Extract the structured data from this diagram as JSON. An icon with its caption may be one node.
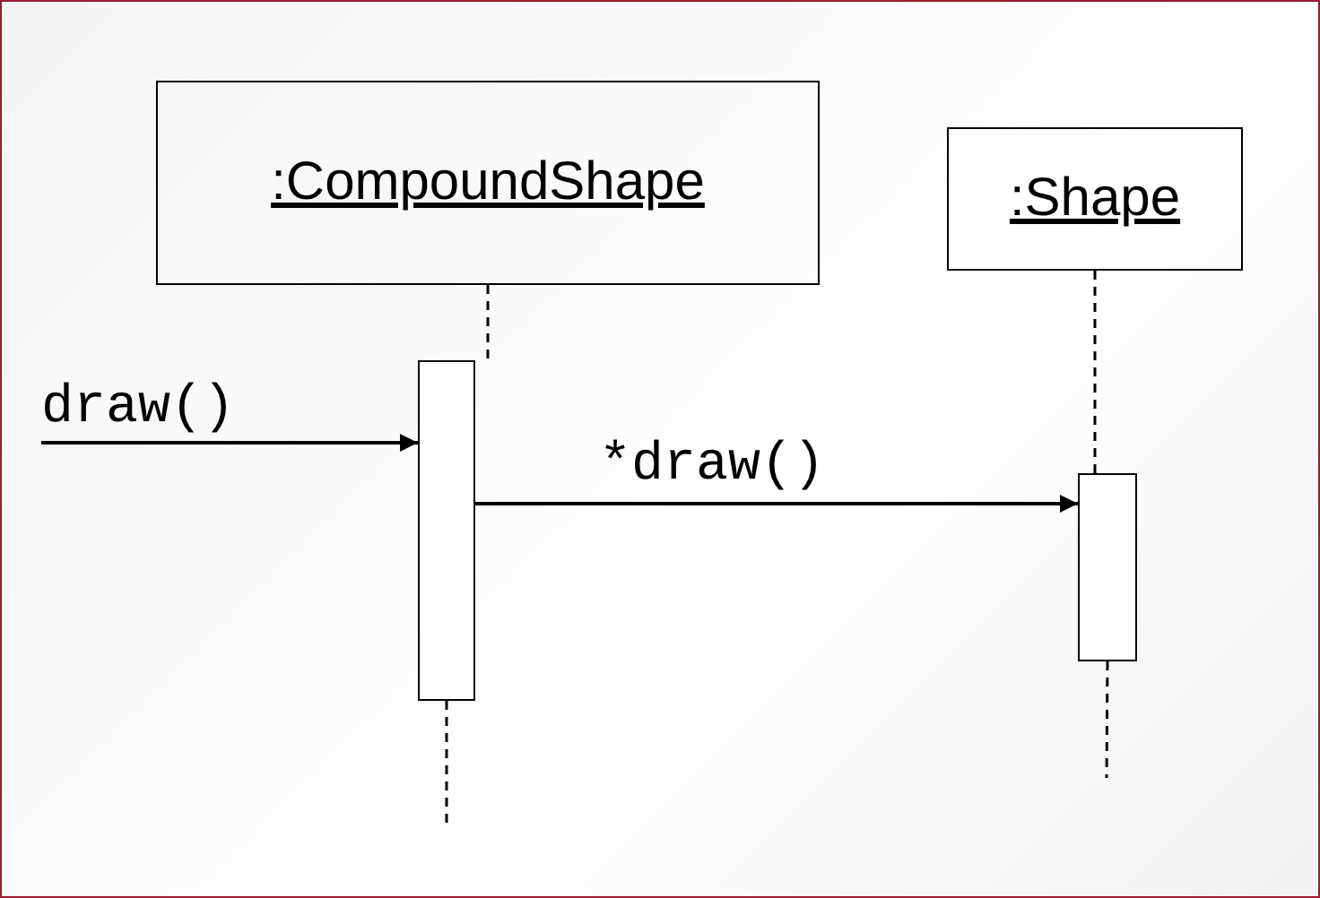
{
  "diagram": {
    "nodes": [
      {
        "text": [
          ":CompoundShape"
        ]
      },
      {
        "text": [
          ":Shape"
        ]
      },
      {
        "text": [],
        "shape": "bar"
      },
      {
        "text": [],
        "shape": "bar"
      }
    ],
    "edges": [
      {
        "from": null,
        "to": 2,
        "label": "draw()",
        "arrow": "to"
      },
      {
        "from": 2,
        "to": 3,
        "label": "*draw()",
        "arrow": "to"
      },
      {
        "from": 0,
        "to": 2,
        "arrow": "none",
        "style": "dashed"
      },
      {
        "from": 1,
        "to": 3,
        "arrow": "none",
        "style": "dashed"
      },
      {
        "from": 2,
        "to": null,
        "arrow": "none",
        "style": "dashed"
      },
      {
        "from": 3,
        "to": null,
        "arrow": "none",
        "style": "dashed"
      }
    ]
  }
}
